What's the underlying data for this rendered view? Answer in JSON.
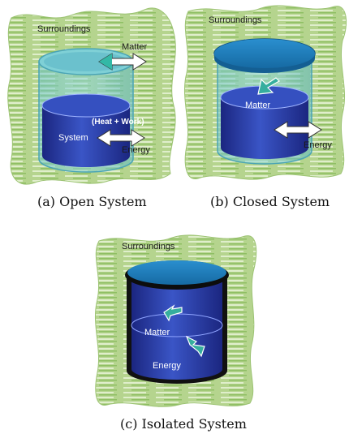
{
  "colors": {
    "surroundings": "#a9cc82",
    "surroundings_light": "#e3efd0",
    "water_light": "#3b55c4",
    "water_dark": "#1d2a86",
    "lid": "#1f7fbf",
    "arrow_teal": "#33a88c"
  },
  "open": {
    "surroundings": "Surroundings",
    "matter": "Matter",
    "heat_work": "(Heat + Work)",
    "system": "System",
    "energy": "Energy",
    "caption": "(a) Open System"
  },
  "closed": {
    "surroundings": "Surroundings",
    "matter": "Matter",
    "energy": "Energy",
    "caption": "(b) Closed System"
  },
  "isolated": {
    "surroundings": "Surroundings",
    "matter": "Matter",
    "energy": "Energy",
    "caption": "(c) Isolated System"
  }
}
